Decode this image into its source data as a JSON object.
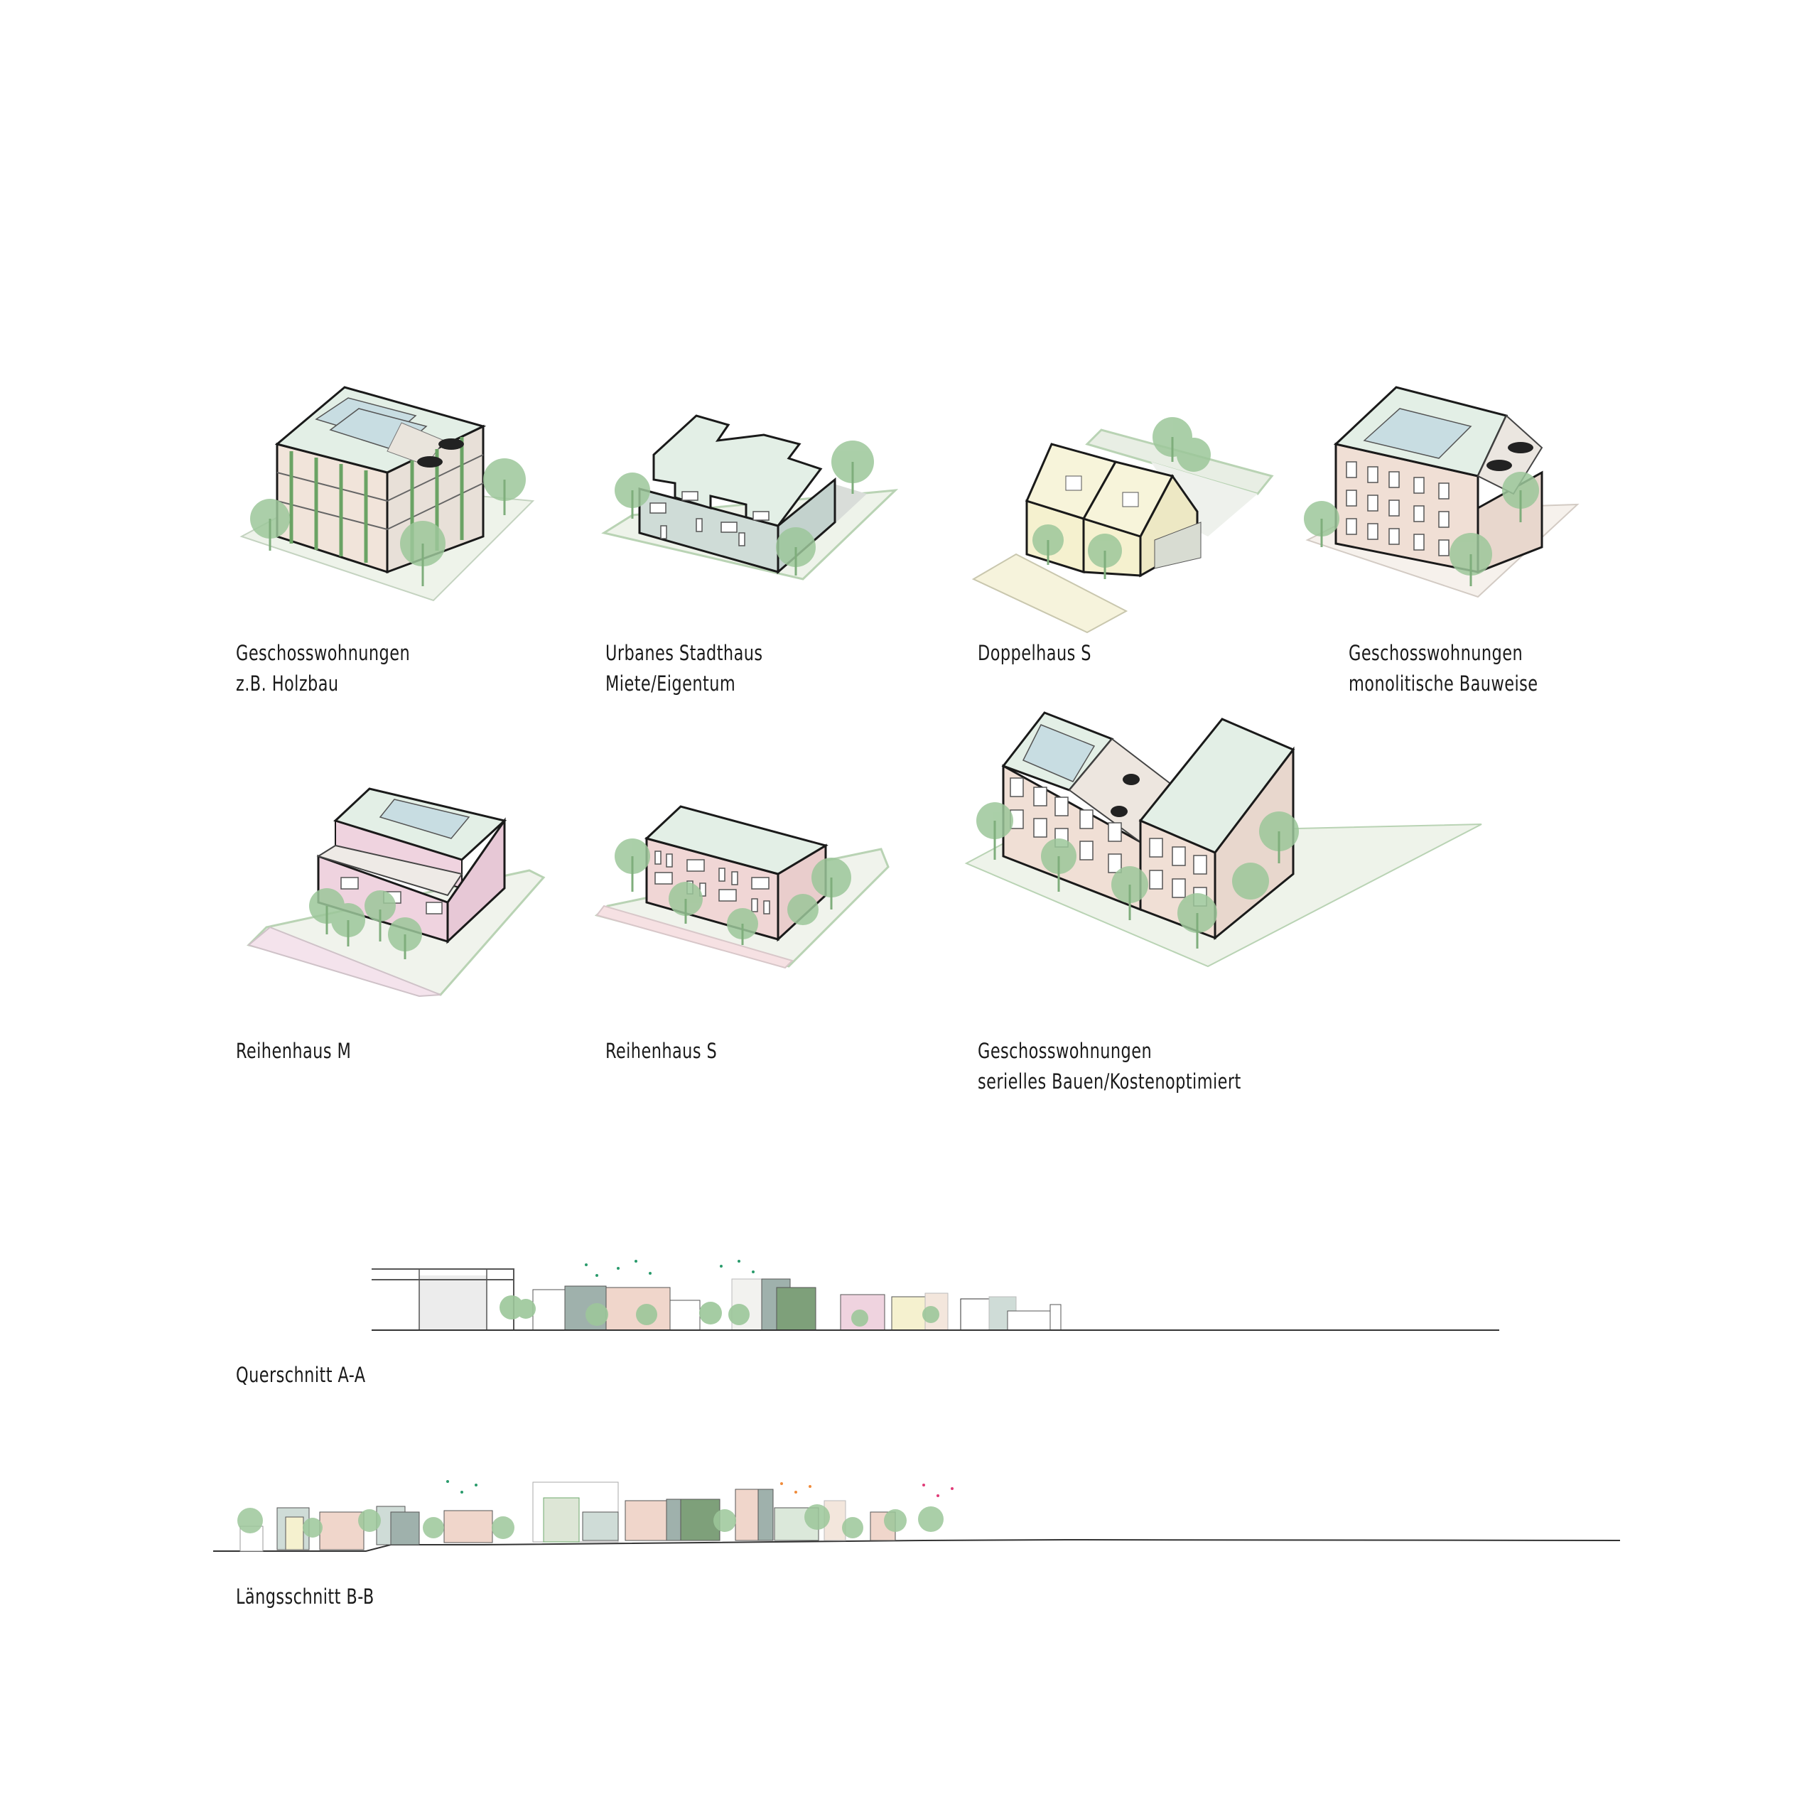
{
  "sheet": {
    "background": "#ffffff",
    "palette": {
      "roof": "#dfeee4",
      "solar": "#c9dde0",
      "outline": "#1a1a1a",
      "tree": "#9cc79a",
      "tree_dark": "#6fa96d",
      "ground": "#eef3ea",
      "plot_edge": "#b9d3b4",
      "timber": "#f3e6dc",
      "pink": "#efd3df",
      "salmon": "#f0d6cb",
      "sage": "#cfdcd7",
      "yellow": "#f5f1cf",
      "grey_green": "#9fb1ac"
    }
  },
  "building_types": [
    {
      "id": "geschoss-holzbau",
      "title": "Geschosswohnungen",
      "subtitle": "z.B. Holzbau",
      "facade": "timber-green-frame"
    },
    {
      "id": "stadthaus",
      "title": "Urbanes Stadthaus",
      "subtitle": "Miete/Eigentum",
      "facade": "sage"
    },
    {
      "id": "doppelhaus",
      "title": "Doppelhaus S",
      "subtitle": "",
      "facade": "yellow"
    },
    {
      "id": "geschoss-monolithisch",
      "title": "Geschosswohnungen",
      "subtitle": "monolitische Bauweise",
      "facade": "salmon"
    },
    {
      "id": "reihenhaus-m",
      "title": "Reihenhaus M",
      "subtitle": "",
      "facade": "pink"
    },
    {
      "id": "reihenhaus-s",
      "title": "Reihenhaus S",
      "subtitle": "",
      "facade": "pink"
    },
    {
      "id": "geschoss-seriell",
      "title": "Geschosswohnungen",
      "subtitle": "serielles Bauen/Kostenoptimiert",
      "facade": "salmon"
    }
  ],
  "sections": [
    {
      "id": "querschnitt",
      "label": "Querschnitt A-A"
    },
    {
      "id": "laengsschnitt",
      "label": "Längsschnitt B-B"
    }
  ]
}
